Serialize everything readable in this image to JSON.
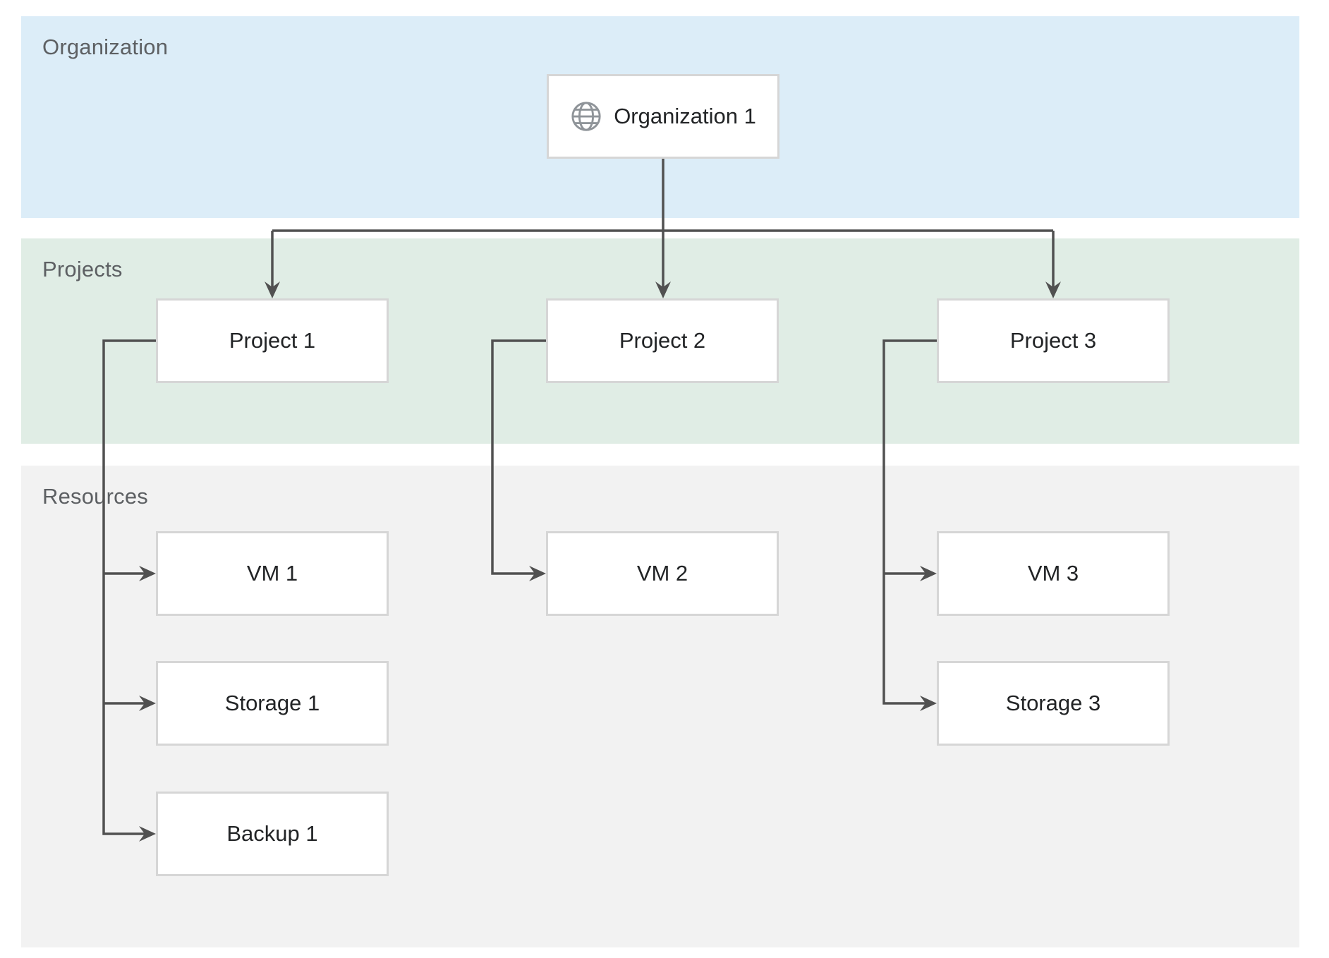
{
  "diagram": {
    "bands": [
      {
        "id": "organization",
        "label": "Organization",
        "color": "#dcedf8"
      },
      {
        "id": "projects",
        "label": "Projects",
        "color": "#e0ede5"
      },
      {
        "id": "resources",
        "label": "Resources",
        "color": "#f2f2f2"
      }
    ],
    "nodes": {
      "organization1": {
        "label": "Organization 1",
        "band": "organization",
        "icon": "globe-icon"
      },
      "project1": {
        "label": "Project 1",
        "band": "projects"
      },
      "project2": {
        "label": "Project 2",
        "band": "projects"
      },
      "project3": {
        "label": "Project 3",
        "band": "projects"
      },
      "vm1": {
        "label": "VM 1",
        "band": "resources"
      },
      "storage1": {
        "label": "Storage 1",
        "band": "resources"
      },
      "backup1": {
        "label": "Backup 1",
        "band": "resources"
      },
      "vm2": {
        "label": "VM 2",
        "band": "resources"
      },
      "vm3": {
        "label": "VM 3",
        "band": "resources"
      },
      "storage3": {
        "label": "Storage 3",
        "band": "resources"
      }
    },
    "edges": [
      {
        "from": "organization1",
        "to": "project1"
      },
      {
        "from": "organization1",
        "to": "project2"
      },
      {
        "from": "organization1",
        "to": "project3"
      },
      {
        "from": "project1",
        "to": "vm1"
      },
      {
        "from": "project1",
        "to": "storage1"
      },
      {
        "from": "project1",
        "to": "backup1"
      },
      {
        "from": "project2",
        "to": "vm2"
      },
      {
        "from": "project3",
        "to": "vm3"
      },
      {
        "from": "project3",
        "to": "storage3"
      }
    ],
    "colors": {
      "connector": "#515151",
      "node_border": "#d6d6d6",
      "node_background": "#ffffff",
      "node_text": "#222426",
      "band_label_text": "#5d6063",
      "globe_icon": "#8f9499"
    }
  }
}
